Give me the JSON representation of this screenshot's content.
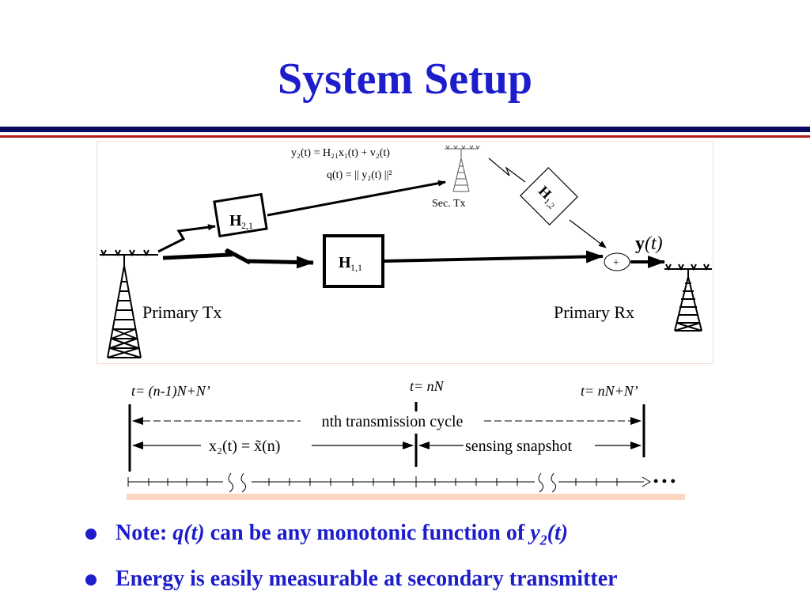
{
  "title": "System Setup",
  "colors": {
    "title": "#1d1dcc",
    "rule_dark": "#0a0a5e",
    "rule_red": "#b01c1c",
    "bullet": "#1d1dcc"
  },
  "diagram": {
    "eq_y2": "y₂(t) = H₂₁x₁(t) + v₂(t)",
    "eq_q": "q(t) = || y₂(t) ||²",
    "sec_tx": "Sec. Tx",
    "h21_base": "H",
    "h21_sub": "2,1",
    "h11_base": "H",
    "h11_sub": "1,1",
    "h12_base": "H",
    "h12_sub": "1,2",
    "adder": "+",
    "y_out_bold": "y",
    "y_out_rest": "(t)",
    "primary_tx": "Primary Tx",
    "primary_rx": "Primary Rx"
  },
  "timeline": {
    "t_start": "t= (n-1)N+N’",
    "t_mid": "t= nN",
    "t_end": "t= nN+N’",
    "cycle_label": "nth transmission cycle",
    "x2_label": "x₂(t) = x̃(n)",
    "snapshot_label": "sensing snapshot",
    "ellipsis": "• • •"
  },
  "bullets": {
    "b1_prefix": "Note: ",
    "b1_q": "q(t)",
    "b1_mid": " can be any monotonic function of ",
    "b1_y": "y",
    "b1_sub": "2",
    "b1_t": "(t)",
    "b2": "Energy is easily measurable at secondary transmitter"
  }
}
